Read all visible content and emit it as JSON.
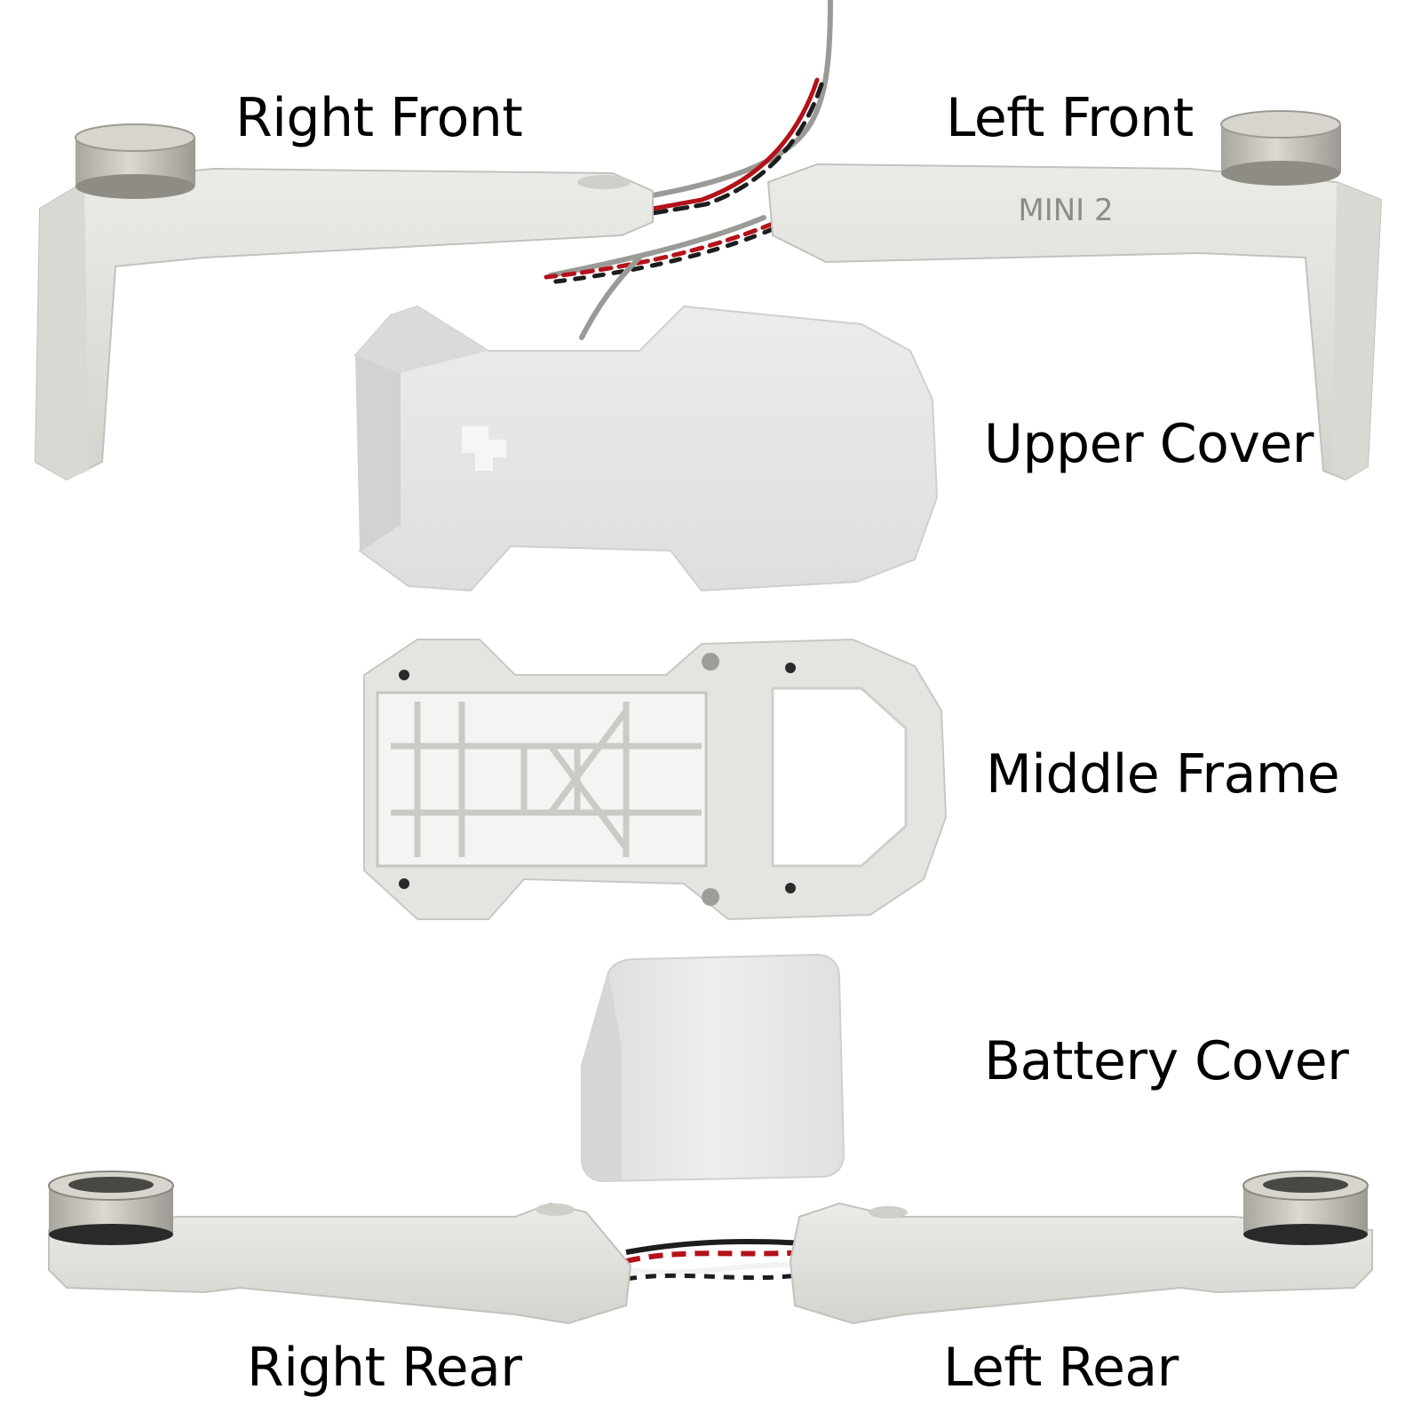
{
  "labels": {
    "right_front": "Right Front",
    "left_front": "Left Front",
    "upper_cover": "Upper Cover",
    "middle_frame": "Middle Frame",
    "battery_cover": "Battery Cover",
    "right_rear": "Right Rear",
    "left_rear": "Left Rear"
  },
  "arm_marking": "MINI 2",
  "colors": {
    "plastic": "#e3e3df",
    "plastic_shadow": "#cfcfca",
    "cover": "#e6e6e6",
    "motor": "#c7c4bd",
    "wire_red": "#b3121b",
    "wire_black": "#1d1d1d",
    "wire_gray": "#9a9a96"
  }
}
